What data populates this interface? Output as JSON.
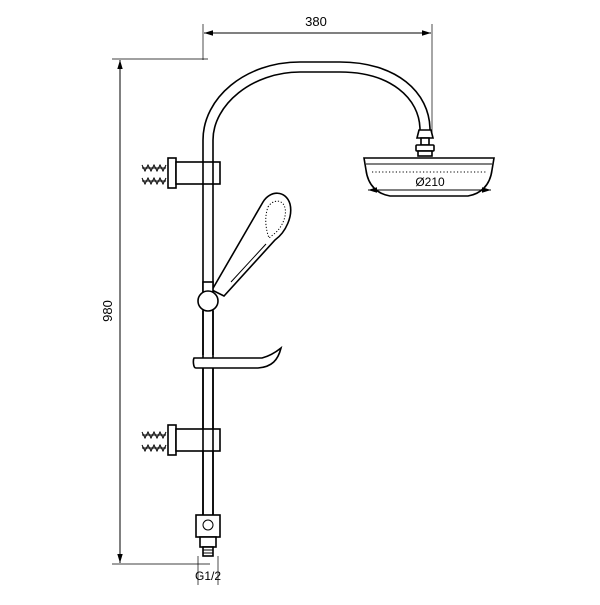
{
  "dimensions": {
    "width_label": "380",
    "height_label": "980",
    "head_diameter_label": "Ø210",
    "inlet_label": "G1/2"
  }
}
